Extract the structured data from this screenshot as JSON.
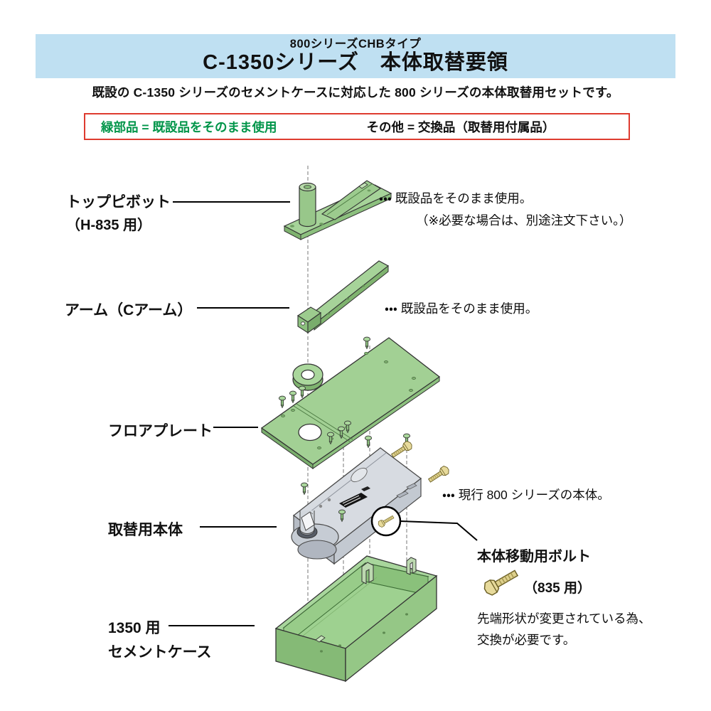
{
  "header": {
    "series_line": "800シリーズCHBタイプ",
    "title": "C-1350シリーズ　本体取替要領",
    "bg_color": "#bfe0f2"
  },
  "description": "既設の C-1350 シリーズのセメントケースに対応した 800 シリーズの本体取替用セットです。",
  "legend": {
    "border_color": "#de3b2f",
    "green_text": "緑部品 = 既設品をそのまま使用",
    "green_color": "#009549",
    "other_text": "その他 = 交換品（取替用付属品）"
  },
  "labels": {
    "top_pivot": "トップピボット",
    "top_pivot_model": "（H-835 用）",
    "arm": "アーム（Cアーム）",
    "floor_plate": "フロアプレート",
    "body": "取替用本体",
    "cement_case_line1": "1350 用",
    "cement_case_line2": "セメントケース"
  },
  "notes": {
    "top_pivot": "・・・ 既設品をそのまま使用。",
    "top_pivot_sub": "（※必要な場合は、別途注文下さい。）",
    "arm": "・・・ 既設品をそのまま使用。",
    "body": "・・・ 現行 800 シリーズの本体。"
  },
  "bolt_callout": {
    "title": "本体移動用ボルト",
    "size": "（835 用）",
    "note_line1": "先端形状が変更されている為、",
    "note_line2": "交換が必要です。"
  },
  "diagram_colors": {
    "reused_part_green": "#a6d399",
    "part_green_shade": "#7fb36f",
    "replacement_body_gray": "#ccd1d9",
    "brass_bolt": "#ded08c"
  }
}
